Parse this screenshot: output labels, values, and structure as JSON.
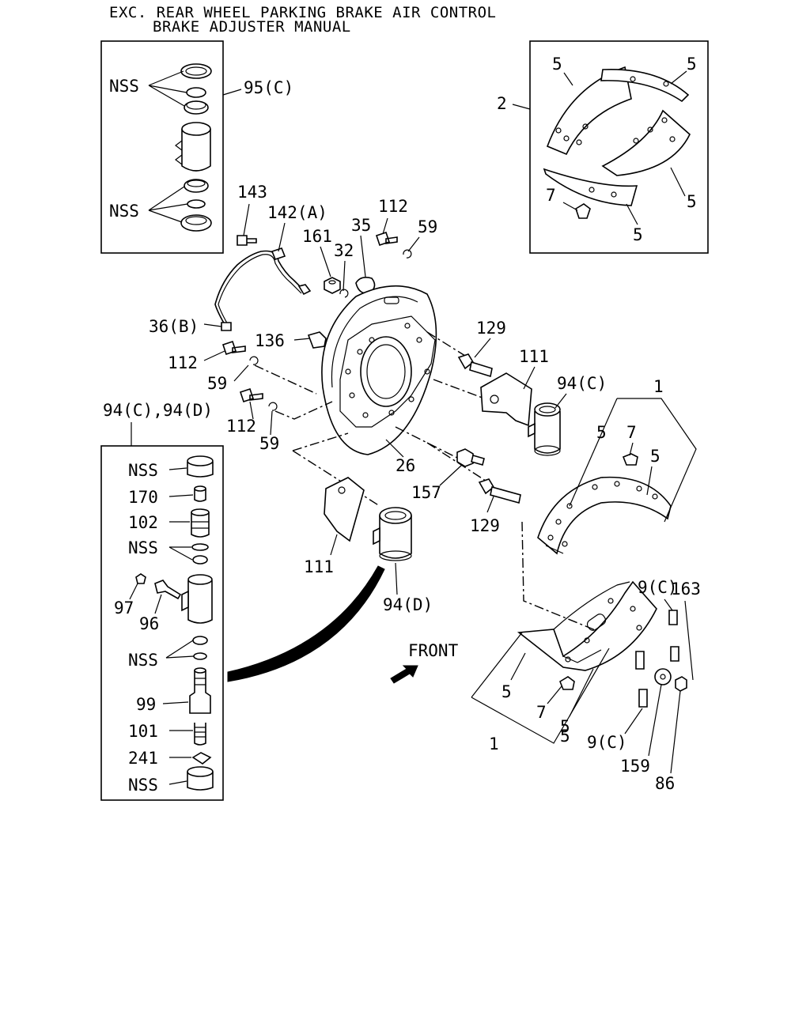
{
  "header": {
    "line1": "EXC. REAR WHEEL PARKING BRAKE AIR CONTROL",
    "line2": "BRAKE ADJUSTER MANUAL"
  },
  "labels": {
    "nss": "NSS",
    "p95c": "95(C)",
    "p2": "2",
    "p5": "5",
    "p7": "7",
    "p143": "143",
    "p142a": "142(A)",
    "p112": "112",
    "p59": "59",
    "p161": "161",
    "p35": "35",
    "p32": "32",
    "p36b": "36(B)",
    "p136": "136",
    "p129": "129",
    "p111": "111",
    "p94c": "94(C)",
    "p94cd": "94(C),94(D)",
    "p94d": "94(D)",
    "p1": "1",
    "p26": "26",
    "p157": "157",
    "p170": "170",
    "p102": "102",
    "p97": "97",
    "p96": "96",
    "p99": "99",
    "p101": "101",
    "p241": "241",
    "p9c": "9(C)",
    "p163": "163",
    "p159": "159",
    "p86": "86",
    "front": "FRONT"
  }
}
